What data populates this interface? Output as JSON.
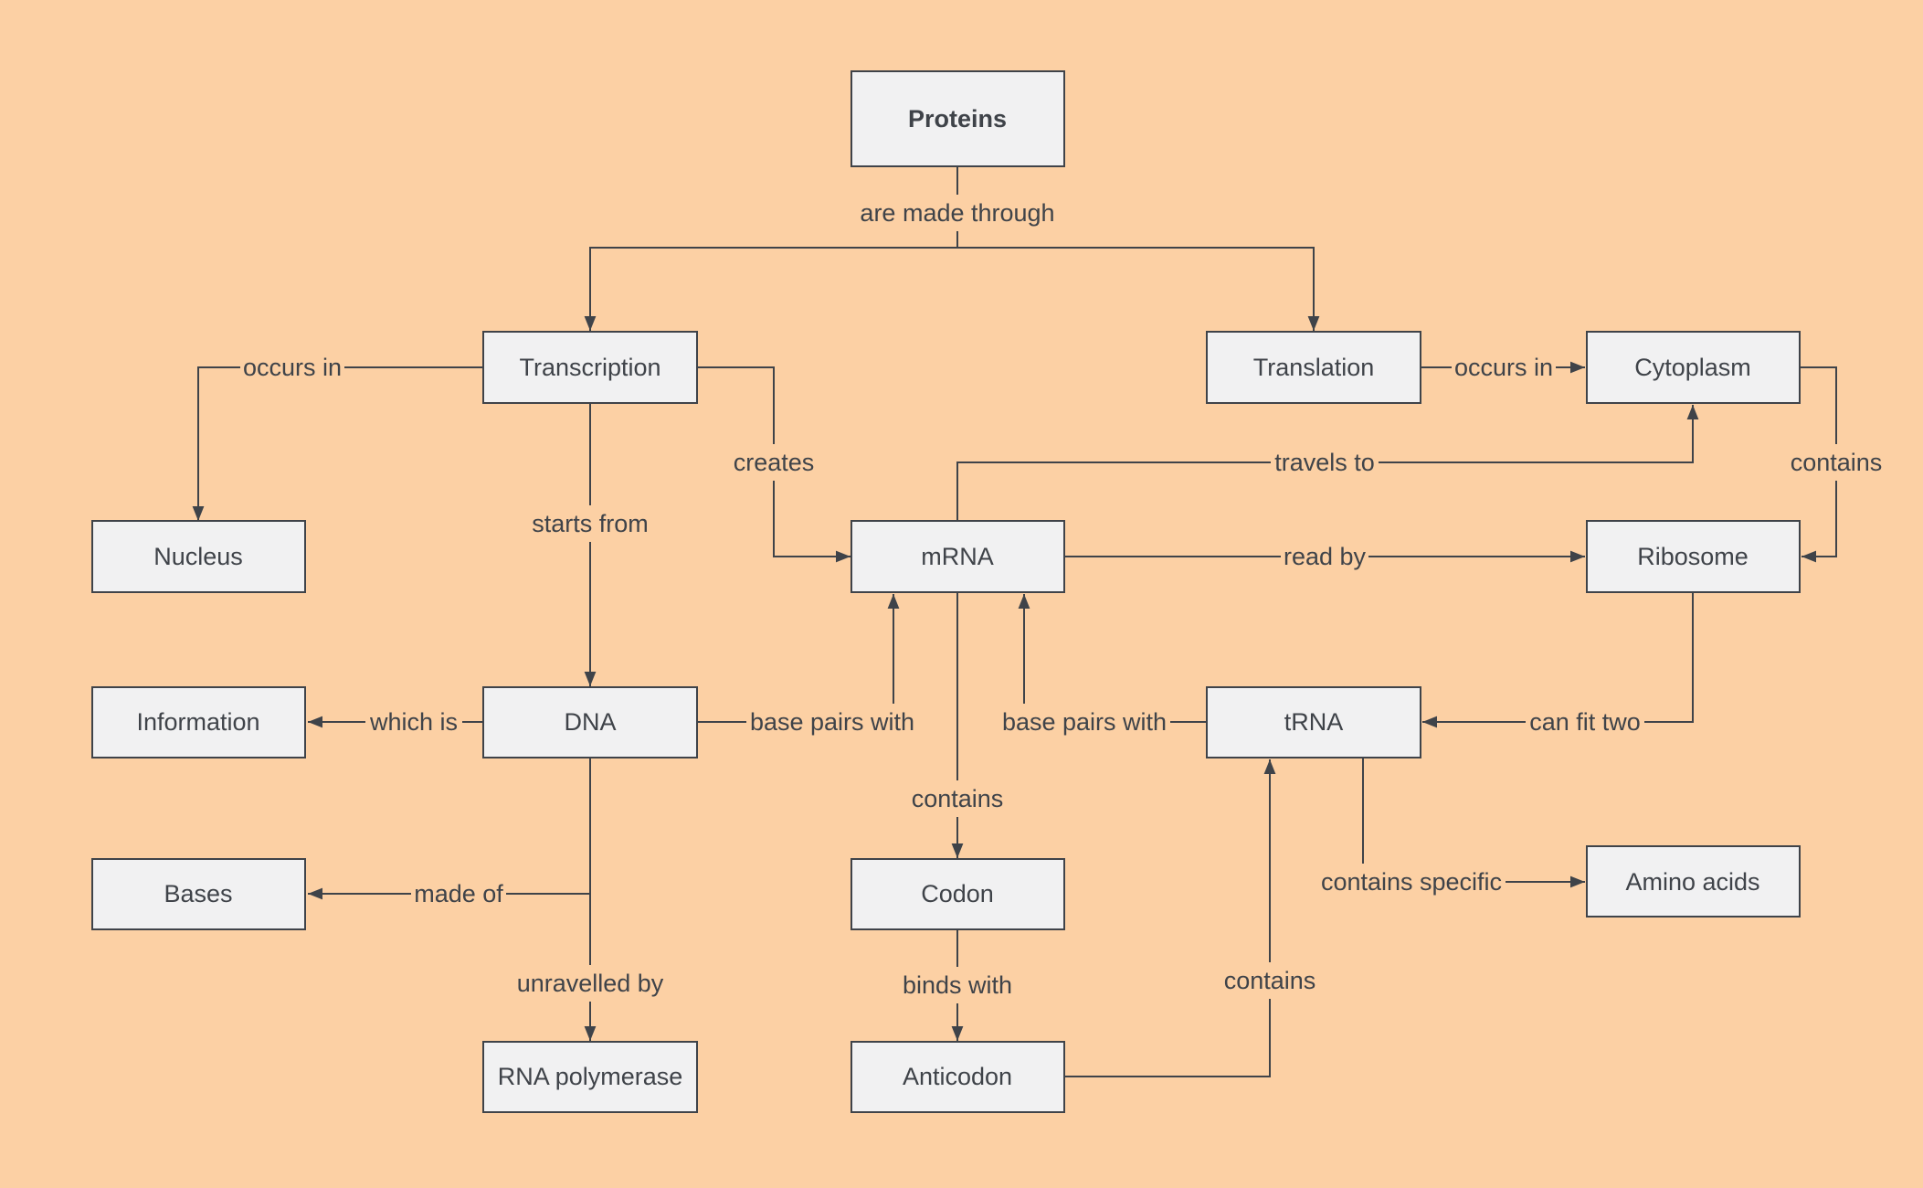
{
  "colors": {
    "background": "#FCD0A4",
    "node_fill": "#F1F1F2",
    "stroke": "#3F4349",
    "text": "#3F4349"
  },
  "nodes": {
    "proteins": "Proteins",
    "transcription": "Transcription",
    "translation": "Translation",
    "cytoplasm": "Cytoplasm",
    "nucleus": "Nucleus",
    "mrna": "mRNA",
    "ribosome": "Ribosome",
    "information": "Information",
    "dna": "DNA",
    "trna": "tRNA",
    "bases": "Bases",
    "codon": "Codon",
    "amino_acids": "Amino acids",
    "rna_polymerase": "RNA polymerase",
    "anticodon": "Anticodon"
  },
  "edges": {
    "are_made_through": "are made through",
    "occurs_in_transcription": "occurs in",
    "occurs_in_translation": "occurs in",
    "creates": "creates",
    "travels_to": "travels to",
    "contains_cytoplasm": "contains",
    "starts_from": "starts from",
    "read_by": "read by",
    "which_is": "which is",
    "base_pairs_with_dna": "base pairs with",
    "base_pairs_with_trna": "base pairs with",
    "can_fit_two": "can fit two",
    "contains_mrna": "contains",
    "contains_specific": "contains specific",
    "made_of": "made of",
    "unravelled_by": "unravelled by",
    "binds_with": "binds with",
    "contains_anticodon": "contains"
  }
}
